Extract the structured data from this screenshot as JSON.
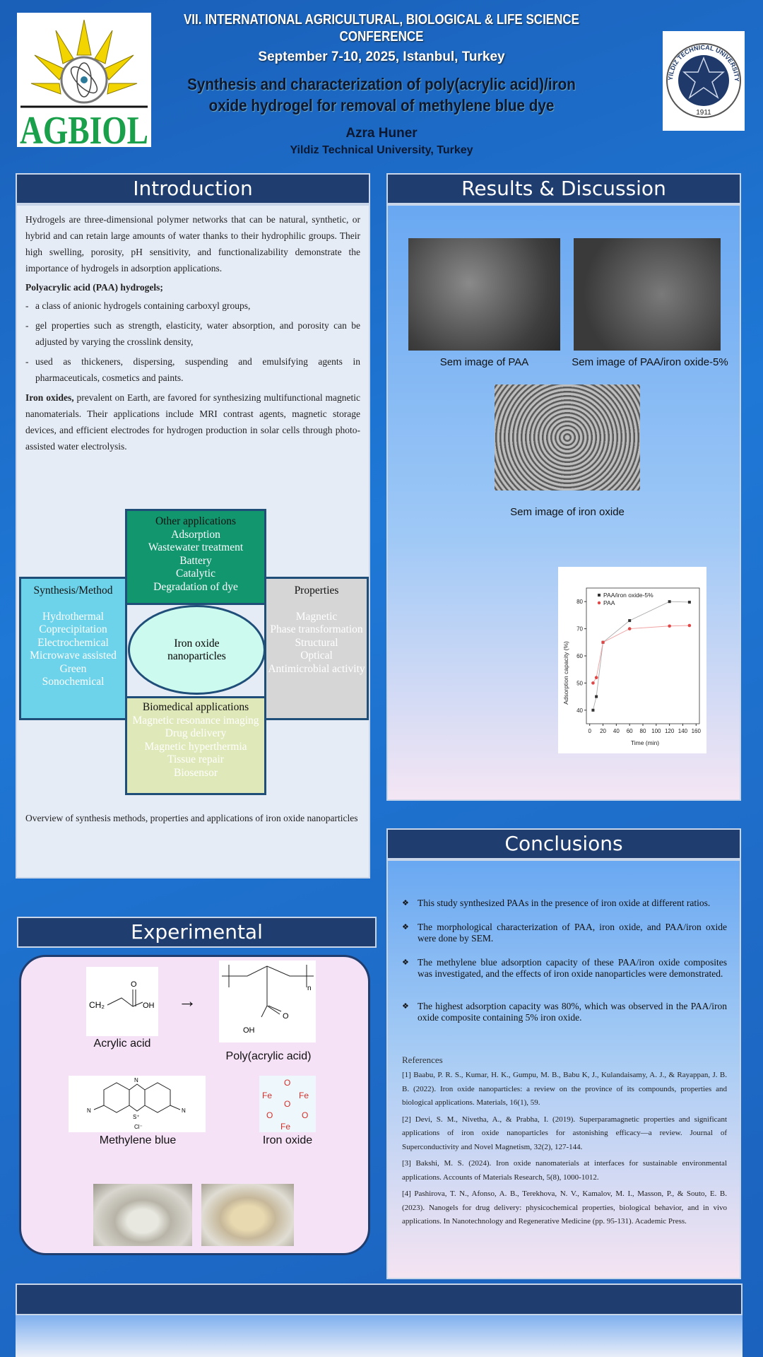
{
  "header": {
    "conference_line1": "VII. INTERNATIONAL  AGRICULTURAL,  BIOLOGICAL  & LIFE SCIENCE",
    "conference_line2": "CONFERENCE",
    "dates": "September 7-10, 2025, Istanbul, Turkey",
    "title_line1": "Synthesis and characterization of poly(acrylic acid)/iron",
    "title_line2": "oxide hydrogel for removal of methylene blue dye",
    "author": "Azra Huner",
    "affiliation": "Yildiz Technical University, Turkey",
    "left_logo_text": "AGBIOL",
    "right_logo_text": "YILDIZ TECHNICAL UNIVERSITY",
    "right_logo_year": "1911"
  },
  "introduction": {
    "heading": "Introduction",
    "p1": "Hydrogels are three-dimensional polymer networks that can be natural, synthetic, or hybrid and can retain large amounts of water thanks to their hydrophilic groups. Their high swelling, porosity, pH sensitivity, and functionalizability demonstrate the importance of hydrogels in adsorption applications.",
    "paa_heading": "Polyacrylic acid (PAA) hydrogels;",
    "bullets": [
      "a class of anionic hydrogels containing carboxyl groups,",
      "gel properties such as strength, elasticity, water absorption, and porosity can be adjusted by varying the crosslink density,",
      "used as thickeners, dispersing, suspending and emulsifying agents in pharmaceuticals, cosmetics and paints."
    ],
    "iron_bold": "Iron oxides,",
    "iron_text": " prevalent on Earth, are favored for synthesizing multifunctional magnetic nanomaterials. Their applications include MRI contrast agents, magnetic storage devices, and efficient electrodes for hydrogen production in solar cells through photo-assisted water electrolysis.",
    "diagram": {
      "center": "Iron oxide nanoparticles",
      "top": {
        "title": "Other applications",
        "items": [
          "Adsorption",
          "Wastewater treatment",
          "Battery",
          "Catalytic",
          "Degradation of dye"
        ]
      },
      "left": {
        "title": "Synthesis/Method",
        "items": [
          "Hydrothermal",
          "Coprecipitation",
          "Electrochemical",
          "Microwave assisted",
          "Green",
          "Sonochemical"
        ]
      },
      "right": {
        "title": "Properties",
        "items": [
          "Magnetic",
          "Phase transformation",
          "Structural",
          "Optical",
          "Antimicrobial activity"
        ]
      },
      "bottom": {
        "title": "Biomedical applications",
        "items": [
          "Magnetic resonance imaging",
          "Drug delivery",
          "Magnetic hyperthermia",
          "Tissue repair",
          "Biosensor"
        ]
      }
    },
    "caption": "Overview of synthesis methods, properties and applications of iron oxide nanoparticles"
  },
  "results": {
    "heading": "Results & Discussion",
    "sem_captions": [
      "Sem image of PAA",
      "Sem image of PAA/iron  oxide-5%",
      "Sem image of iron oxide"
    ]
  },
  "chart_data": {
    "type": "line",
    "title": "",
    "xlabel": "Time (min)",
    "ylabel": "Adsorption capacity (%)",
    "xlim": [
      -5,
      165
    ],
    "ylim": [
      35,
      85
    ],
    "xticks": [
      0,
      20,
      40,
      60,
      80,
      100,
      120,
      140,
      160
    ],
    "yticks": [
      40,
      50,
      60,
      70,
      80
    ],
    "legend_position": "top-left",
    "series": [
      {
        "name": "PAA/iron oxide-5%",
        "color": "#333333",
        "marker": "square",
        "x": [
          5,
          10,
          20,
          60,
          120,
          150
        ],
        "y": [
          40,
          45,
          65,
          73,
          80,
          79.8
        ]
      },
      {
        "name": "PAA",
        "color": "#e04848",
        "marker": "circle",
        "x": [
          5,
          10,
          20,
          60,
          120,
          150
        ],
        "y": [
          50,
          52,
          65,
          70,
          71,
          71.2
        ]
      }
    ]
  },
  "conclusions": {
    "heading": "Conclusions",
    "bullets": [
      "This study synthesized PAAs in the presence of iron oxide at different ratios.",
      "The morphological characterization of PAA, iron oxide, and PAA/iron oxide were done by SEM.",
      "The methylene blue adsorption capacity of these PAA/iron oxide composites was investigated, and the effects of iron oxide nanoparticles were demonstrated.",
      "The highest adsorption capacity was 80%, which was observed in the PAA/iron oxide composite containing 5% iron oxide."
    ],
    "references_heading": "References",
    "references": [
      "[1] Baabu, P. R. S., Kumar, H. K., Gumpu, M. B., Babu K, J., Kulandaisamy, A. J., & Rayappan, J. B. B. (2022). Iron oxide nanoparticles: a review on the province of its compounds, properties and biological applications. Materials, 16(1), 59.",
      "[2] Devi, S. M., Nivetha, A., & Prabha, I. (2019). Superparamagnetic properties and significant applications of iron oxide nanoparticles for astonishing efficacy—a review. Journal of Superconductivity and Novel Magnetism, 32(2), 127-144.",
      "[3] Bakshi, M. S. (2024). Iron oxide nanomaterials at interfaces for sustainable environmental applications. Accounts of Materials Research, 5(8), 1000-1012.",
      "[4] Pashirova, T. N., Afonso, A. B., Terekhova, N. V., Kamalov, M. I., Masson, P., & Souto, E. B. (2023). Nanogels for drug delivery: physicochemical properties, biological behavior, and in vivo applications. In Nanotechnology and Regenerative Medicine (pp. 95-131). Academic Press."
    ]
  },
  "experimental": {
    "heading": "Experimental",
    "arrow": "→",
    "labels": [
      "Acrylic acid",
      "Poly(acrylic acid)",
      "Methylene  blue",
      "Iron oxide"
    ],
    "mol": {
      "ch2": "CH₂",
      "o": "O",
      "oh": "OH",
      "n": "n",
      "s": "S⁺",
      "cl": "Cl⁻",
      "nme": "N",
      "fe": "Fe"
    }
  },
  "colors": {
    "navy": "#1f3d6e",
    "top_box": "#11966e",
    "left_box": "#6dd3ea",
    "right_box": "#d6d6d6",
    "bottom_box": "#dfe8b8",
    "ellipse": "#ccfaee"
  }
}
